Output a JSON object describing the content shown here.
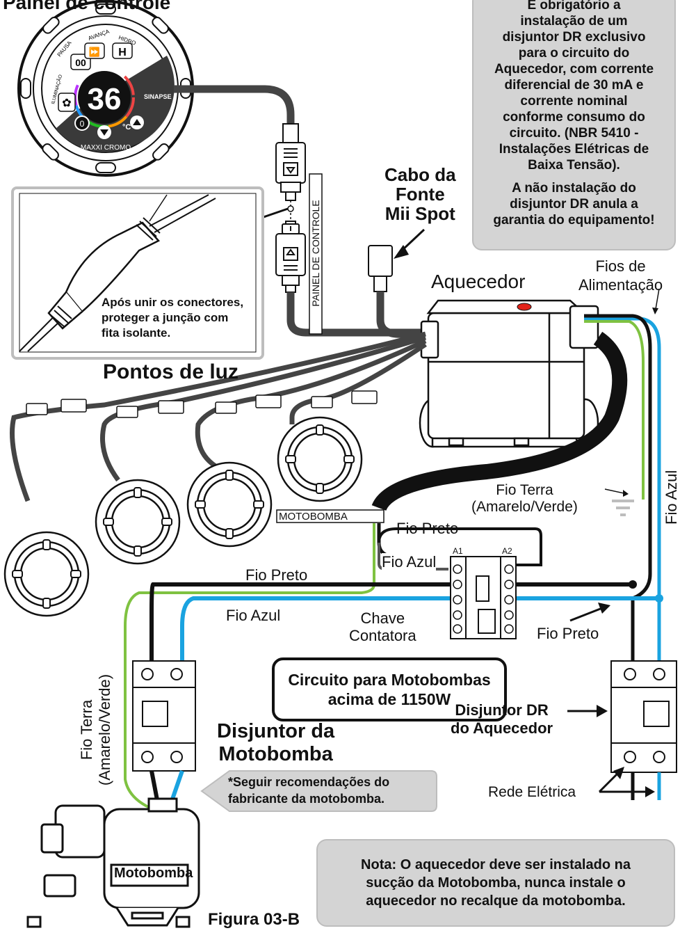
{
  "title": "Painel de controle",
  "panel": {
    "temperature": "36",
    "unit": "°C",
    "brand": "SINAPSE",
    "model": "MAXXI CROMO",
    "buttons": [
      "AVANÇA",
      "HIDRO",
      "PAUSA",
      "ILUMINAÇÃO"
    ],
    "temp_button": "°C"
  },
  "warning_box": {
    "p1": [
      "É obrigatório a",
      "instalação de um",
      "disjuntor DR exclusivo",
      "para o circuito do",
      "Aquecedor, com corrente",
      "diferencial de 30 mA e",
      "corrente nominal",
      "conforme consumo do",
      "circuito. (NBR 5410 -",
      "Instalações Elétricas de",
      "Baixa Tensão)."
    ],
    "p2": [
      "A não instalação do",
      "disjuntor DR anula a",
      "garantia do equipamento!"
    ]
  },
  "labels": {
    "cabo_fonte": [
      "Cabo da",
      "Fonte",
      "Mii Spot"
    ],
    "aquecedor": "Aquecedor",
    "fios_alimentacao": [
      "Fios de",
      "Alimentação"
    ],
    "connector_note": [
      "Após unir os conectores,",
      "proteger a junção com",
      "fita isolante."
    ],
    "painel_de_controle": "PAINEL DE CONTROLE",
    "pontos_de_luz": "Pontos de luz",
    "fio_terra_1": [
      "Fio Terra",
      "(Amarelo/Verde)"
    ],
    "fio_azul_vertical": "Fio Azul",
    "motobomba_tag": "MOTOBOMBA",
    "fio_preto_1": "Fio Preto",
    "fio_azul_1": "Fio Azul",
    "a1": "A1",
    "a2": "A2",
    "fio_preto_2": "Fio Preto",
    "fio_azul_2": "Fio Azul",
    "chave": [
      "Chave",
      "Contatora"
    ],
    "fio_preto_3": "Fio Preto",
    "fio_terra_vertical": [
      "Fio Terra",
      "(Amarelo/Verde)"
    ],
    "disjuntor_motobomba": [
      "Disjuntor da",
      "Motobomba"
    ],
    "disjuntor_dr": [
      "Disjuntor DR",
      "do Aquecedor"
    ],
    "seguir": [
      "*Seguir recomendações do",
      "fabricante da  motobomba."
    ],
    "rede_eletrica": "Rede Elétrica",
    "motobomba": "Motobomba",
    "figura": "Figura 03-B"
  },
  "circuit_box": [
    "Circuito para Motobombas",
    "acima de 1150W"
  ],
  "nota_box": [
    "Nota: O aquecedor deve ser instalado na",
    "sucção da Motobomba, nunca instale o",
    "aquecedor no recalque da motobomba."
  ],
  "colors": {
    "black_wire": "#111111",
    "blue_wire": "#1aa3e0",
    "green_wire": "#7fc241",
    "yellow_wire": "#f2d31b",
    "cable": "#444444",
    "box_gray": "#d4d4d4",
    "red_led": "#e2231a"
  }
}
